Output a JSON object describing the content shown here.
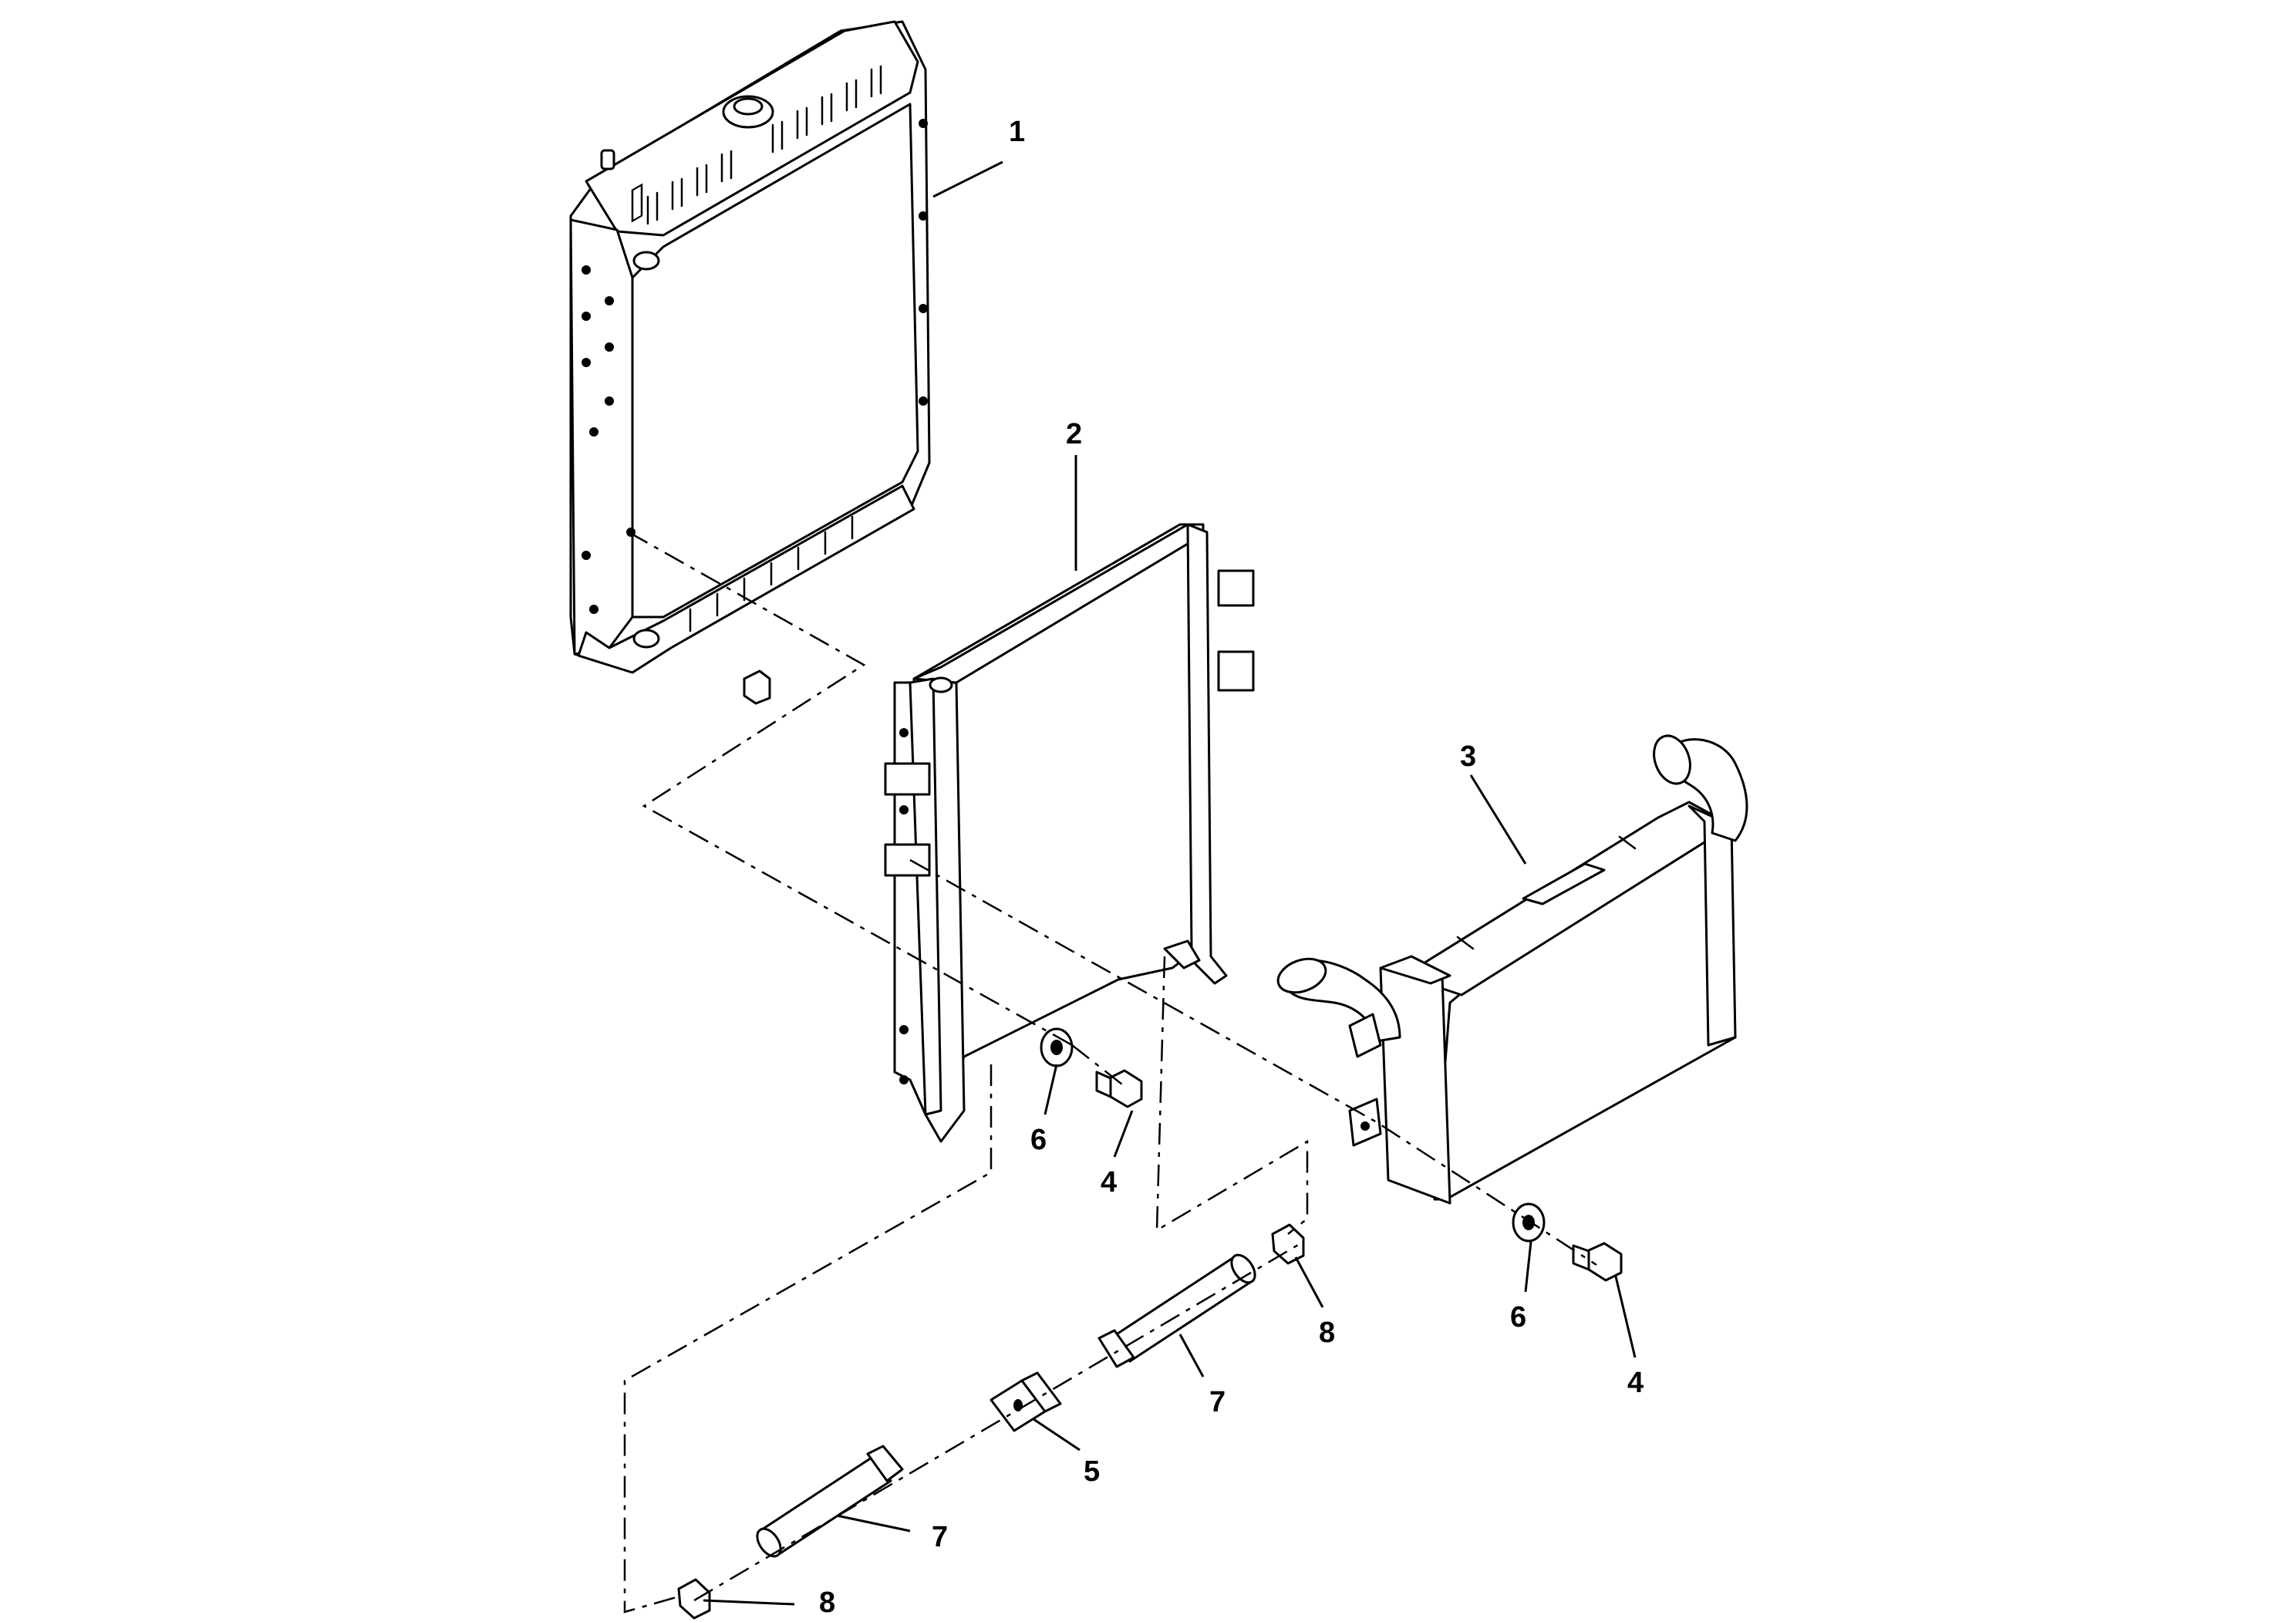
{
  "diagram": {
    "colors": {
      "line": "#000000",
      "background": "#ffffff"
    },
    "callouts": [
      {
        "id": "callout-1",
        "label": "1"
      },
      {
        "id": "callout-2",
        "label": "2"
      },
      {
        "id": "callout-3",
        "label": "3"
      },
      {
        "id": "callout-4-left",
        "label": "4"
      },
      {
        "id": "callout-4-right",
        "label": "4"
      },
      {
        "id": "callout-5",
        "label": "5"
      },
      {
        "id": "callout-6-left",
        "label": "6"
      },
      {
        "id": "callout-6-right",
        "label": "6"
      },
      {
        "id": "callout-7-upper",
        "label": "7"
      },
      {
        "id": "callout-7-lower",
        "label": "7"
      },
      {
        "id": "callout-8-upper",
        "label": "8"
      },
      {
        "id": "callout-8-lower",
        "label": "8"
      }
    ]
  }
}
